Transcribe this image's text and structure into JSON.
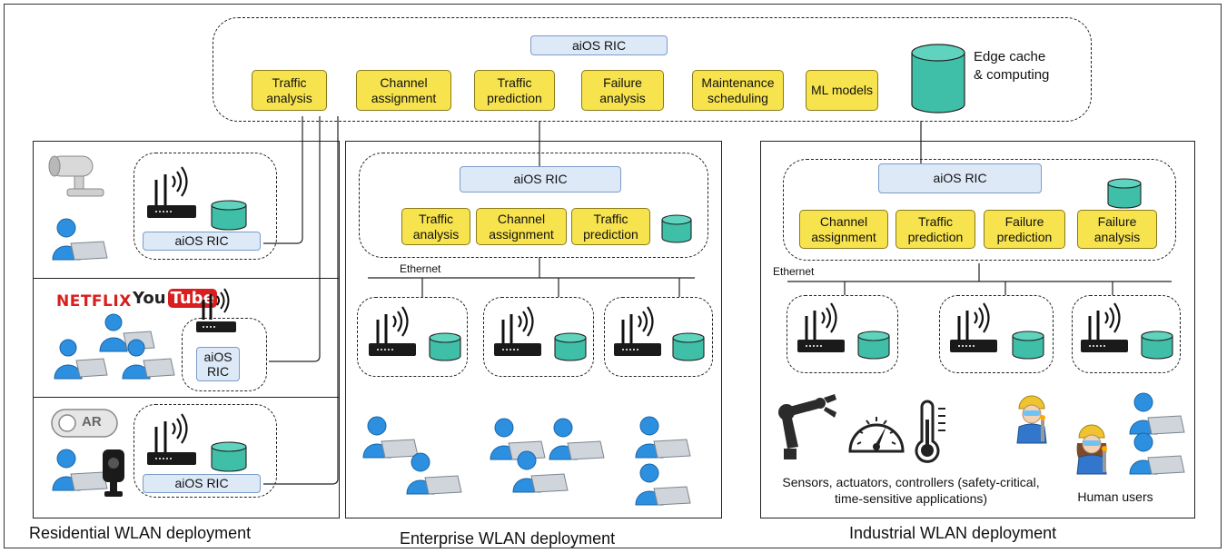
{
  "edge": {
    "ric_label": "aiOS RIC",
    "functions": [
      {
        "label": "Traffic analysis"
      },
      {
        "label": "Channel assignment"
      },
      {
        "label": "Traffic prediction"
      },
      {
        "label": "Failure analysis"
      },
      {
        "label": "Maintenance scheduling"
      },
      {
        "label": "ML models"
      }
    ],
    "cache_label": "Edge cache & computing"
  },
  "residential": {
    "caption": "Residential WLAN deployment",
    "rows": [
      {
        "ric_label": "aiOS RIC"
      },
      {
        "ric_label": "aiOS RIC"
      },
      {
        "ric_label": "aiOS RIC"
      }
    ],
    "logos": {
      "netflix": "NETFLIX",
      "youtube_you": "You",
      "youtube_tube": "Tube"
    },
    "ar_label": "AR"
  },
  "enterprise": {
    "caption": "Enterprise WLAN deployment",
    "ric_label": "aiOS RIC",
    "functions": [
      {
        "label": "Traffic analysis"
      },
      {
        "label": "Channel assignment"
      },
      {
        "label": "Traffic prediction"
      }
    ],
    "ethernet_label": "Ethernet"
  },
  "industrial": {
    "caption": "Industrial WLAN deployment",
    "ric_label": "aiOS RIC",
    "functions": [
      {
        "label": "Channel assignment"
      },
      {
        "label": "Traffic prediction"
      },
      {
        "label": "Failure prediction"
      },
      {
        "label": "Failure analysis"
      }
    ],
    "ethernet_label": "Ethernet",
    "devices_label": "Sensors, actuators, controllers (safety-critical, time-sensitive applications)",
    "humans_label": "Human users"
  },
  "colors": {
    "function_fill": "#f7e34d",
    "ric_fill": "#dde9f7",
    "cache_fill": "#3fbfa8"
  }
}
